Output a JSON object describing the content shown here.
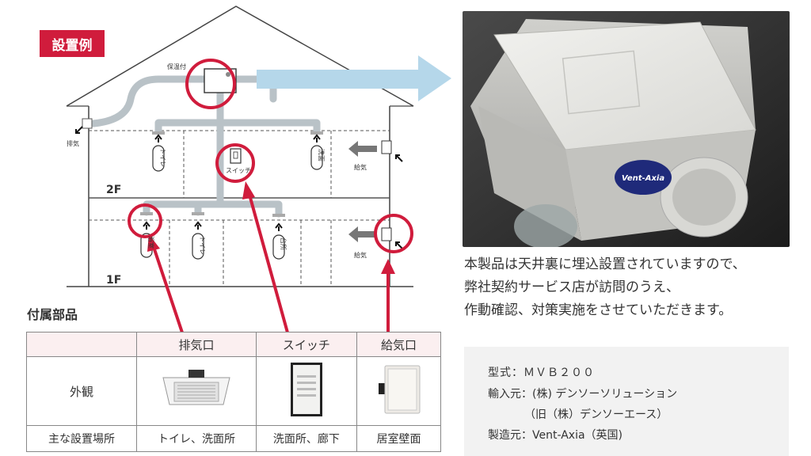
{
  "badge": "設置例",
  "diagram": {
    "label_hozon": "保温付",
    "label_haiki": "排気",
    "label_toilet": "トイレ",
    "label_senmen": "洗面",
    "label_switch": "スイッチ",
    "label_kyuki_2f": "給気",
    "label_kyuki_1f": "給気",
    "label_2f": "2F",
    "label_1f": "1F",
    "label_yokushitsu": "浴室",
    "label_toilet_1f": "トイレ",
    "label_daidokoro": "台所"
  },
  "parts": {
    "title": "付属部品",
    "headers": [
      "",
      "排気口",
      "スイッチ",
      "給気口"
    ],
    "rows": [
      {
        "label": "外観",
        "cells": [
          "",
          "",
          ""
        ]
      },
      {
        "label": "主な設置場所",
        "cells": [
          "トイレ、洗面所",
          "洗面所、廊下",
          "居室壁面"
        ]
      }
    ]
  },
  "photo": {
    "brand": "Vent-Axia"
  },
  "description": [
    "本製品は天井裏に埋込設置されていますので、",
    "弊社契約サービス店が訪問のうえ、",
    "作動確認、対策実施をさせていただきます。"
  ],
  "info": {
    "model": "型式：ＭＶＢ２００",
    "importer": "輸入元：(株) デンソーソリューション",
    "importer_old": "（旧（株）デンソーエース）",
    "maker": "製造元：Vent-Axia（英国)"
  },
  "colors": {
    "accent": "#d01c3c",
    "duct": "#b9c2c7",
    "arrow": "#b5d7ea"
  }
}
